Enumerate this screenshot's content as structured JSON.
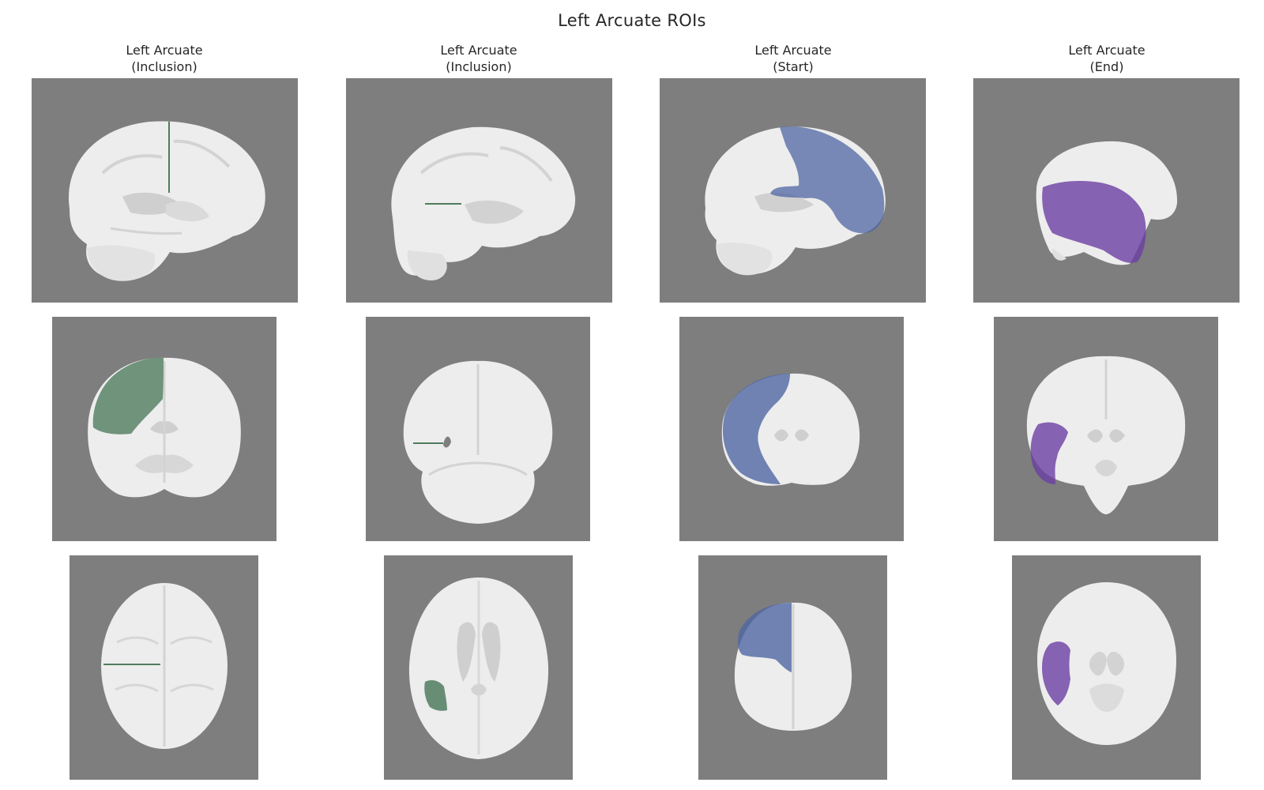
{
  "figure": {
    "title": "Left Arcuate ROIs"
  },
  "columns": [
    {
      "line1": "Left Arcuate",
      "line2": "(Inclusion)",
      "roi_color": "#4f7c5e"
    },
    {
      "line1": "Left Arcuate",
      "line2": "(Inclusion)",
      "roi_color": "#4f7c5e"
    },
    {
      "line1": "Left Arcuate",
      "line2": "(Start)",
      "roi_color": "#4f66a3"
    },
    {
      "line1": "Left Arcuate",
      "line2": "(End)",
      "roi_color": "#6b3fa3"
    }
  ],
  "rows": [
    "sagittal",
    "coronal",
    "axial"
  ],
  "colors": {
    "background": "#7d7e7d",
    "brain": "#eeeeee",
    "brain_shade": "#d6d6d6",
    "inclusion_roi": "#4f7c5e",
    "start_roi": "#4f66a3",
    "end_roi": "#6b3fa3"
  }
}
